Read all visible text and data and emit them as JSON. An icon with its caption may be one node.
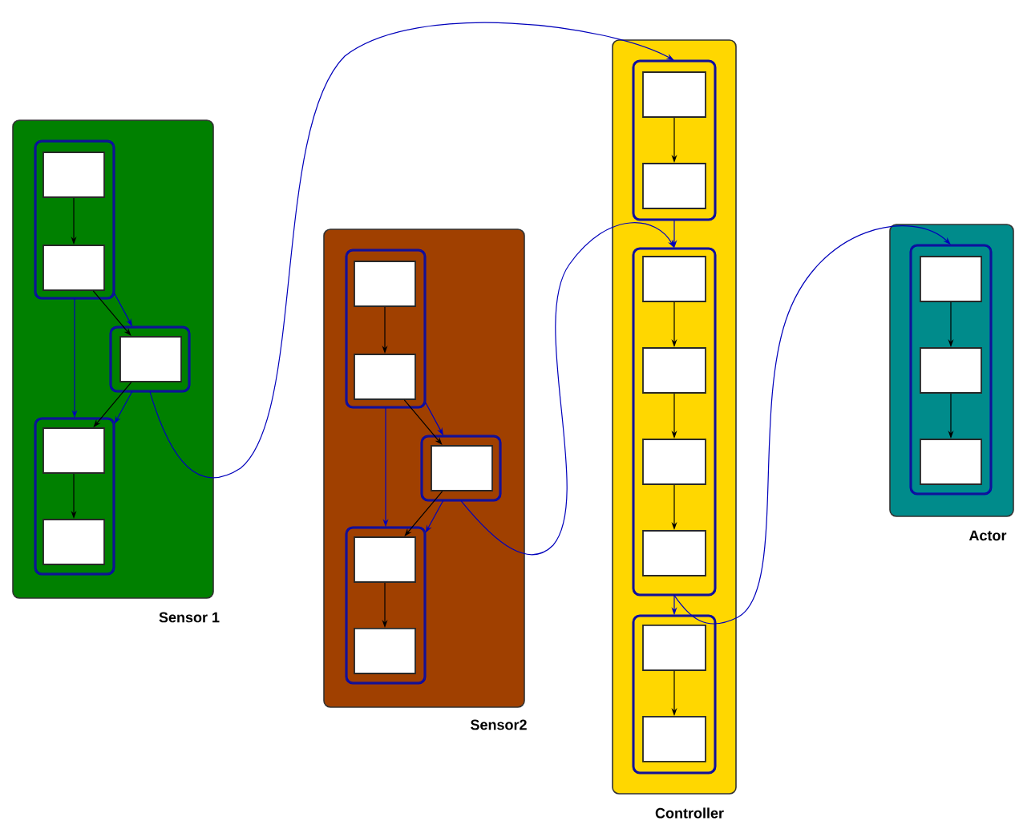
{
  "diagram": {
    "nodes": [
      {
        "text": [
          "Sensor 1"
        ]
      },
      {
        "text": [],
        "shape": "box",
        "in": 0
      },
      {
        "text": [],
        "shape": "box",
        "in": 1
      },
      {
        "text": [],
        "shape": "box",
        "in": 1
      },
      {
        "text": [],
        "shape": "box",
        "in": 0
      },
      {
        "text": [],
        "shape": "box",
        "in": 4
      },
      {
        "text": [],
        "shape": "box",
        "in": 0
      },
      {
        "text": [],
        "shape": "box",
        "in": 6
      },
      {
        "text": [],
        "shape": "box",
        "in": 6
      },
      {
        "text": [
          "Sensor2"
        ]
      },
      {
        "text": [],
        "shape": "box",
        "in": 9
      },
      {
        "text": [],
        "shape": "box",
        "in": 10
      },
      {
        "text": [],
        "shape": "box",
        "in": 10
      },
      {
        "text": [],
        "shape": "box",
        "in": 9
      },
      {
        "text": [],
        "shape": "box",
        "in": 13
      },
      {
        "text": [],
        "shape": "box",
        "in": 9
      },
      {
        "text": [],
        "shape": "box",
        "in": 15
      },
      {
        "text": [],
        "shape": "box",
        "in": 15
      },
      {
        "text": [
          "Controller"
        ]
      },
      {
        "text": [],
        "shape": "box",
        "in": 18
      },
      {
        "text": [],
        "shape": "box",
        "in": 19
      },
      {
        "text": [],
        "shape": "box",
        "in": 19
      },
      {
        "text": [],
        "shape": "box",
        "in": 18
      },
      {
        "text": [],
        "shape": "box",
        "in": 22
      },
      {
        "text": [],
        "shape": "box",
        "in": 22
      },
      {
        "text": [],
        "shape": "box",
        "in": 22
      },
      {
        "text": [],
        "shape": "box",
        "in": 22
      },
      {
        "text": [],
        "shape": "box",
        "in": 18
      },
      {
        "text": [],
        "shape": "box",
        "in": 27
      },
      {
        "text": [],
        "shape": "box",
        "in": 27
      },
      {
        "text": [
          "Actor"
        ]
      },
      {
        "text": [],
        "shape": "box",
        "in": 30
      },
      {
        "text": [],
        "shape": "box",
        "in": 31
      },
      {
        "text": [],
        "shape": "box",
        "in": 31
      },
      {
        "text": [],
        "shape": "box",
        "in": 31
      }
    ],
    "edges": [
      {
        "from": 2,
        "to": 3,
        "arrow": "to"
      },
      {
        "from": 1,
        "to": 4,
        "arrow": "to",
        "color": "#0000bb"
      },
      {
        "from": 1,
        "to": 6,
        "arrow": "to",
        "color": "#0000bb"
      },
      {
        "from": 3,
        "to": 5,
        "arrow": "to"
      },
      {
        "from": 4,
        "to": 6,
        "arrow": "to",
        "color": "#0000bb"
      },
      {
        "from": 5,
        "to": 7,
        "arrow": "to"
      },
      {
        "from": 7,
        "to": 8,
        "arrow": "to"
      },
      {
        "from": 4,
        "to": 19,
        "arrow": "to",
        "color": "#0000bb"
      },
      {
        "from": 11,
        "to": 12,
        "arrow": "to"
      },
      {
        "from": 10,
        "to": 13,
        "arrow": "to",
        "color": "#0000bb"
      },
      {
        "from": 10,
        "to": 15,
        "arrow": "to",
        "color": "#0000bb"
      },
      {
        "from": 12,
        "to": 14,
        "arrow": "to"
      },
      {
        "from": 13,
        "to": 15,
        "arrow": "to",
        "color": "#0000bb"
      },
      {
        "from": 14,
        "to": 16,
        "arrow": "to"
      },
      {
        "from": 16,
        "to": 17,
        "arrow": "to"
      },
      {
        "from": 13,
        "to": 22,
        "arrow": "to",
        "color": "#0000bb"
      },
      {
        "from": 20,
        "to": 21,
        "arrow": "to"
      },
      {
        "from": 19,
        "to": 22,
        "arrow": "to",
        "color": "#0000bb"
      },
      {
        "from": 23,
        "to": 24,
        "arrow": "to"
      },
      {
        "from": 24,
        "to": 25,
        "arrow": "to"
      },
      {
        "from": 25,
        "to": 26,
        "arrow": "to"
      },
      {
        "from": 22,
        "to": 27,
        "arrow": "to",
        "color": "#0000bb"
      },
      {
        "from": 28,
        "to": 29,
        "arrow": "to"
      },
      {
        "from": 22,
        "to": 31,
        "arrow": "to",
        "color": "#0000bb"
      },
      {
        "from": 32,
        "to": 33,
        "arrow": "to"
      },
      {
        "from": 33,
        "to": 34,
        "arrow": "to"
      }
    ]
  }
}
